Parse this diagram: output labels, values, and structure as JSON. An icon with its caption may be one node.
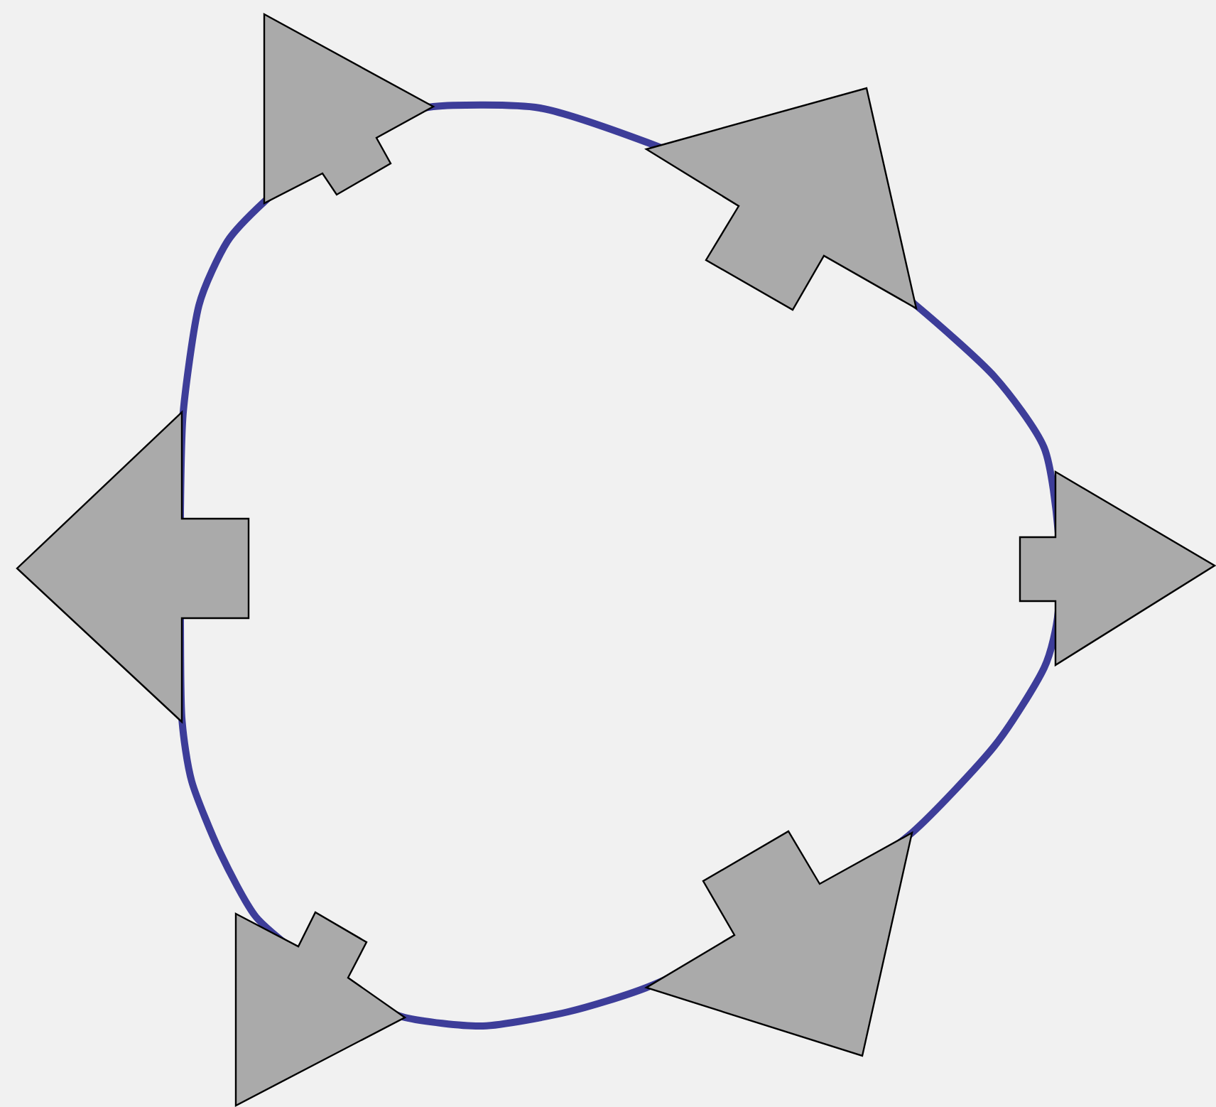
{
  "diagram": {
    "nodes": [
      {
        "text": [],
        "shape": "arrow"
      },
      {
        "text": [],
        "shape": "arrow"
      },
      {
        "text": [],
        "shape": "arrow"
      },
      {
        "text": [],
        "shape": "arrow"
      },
      {
        "text": [],
        "shape": "arrow"
      },
      {
        "text": [],
        "shape": "arrow"
      }
    ]
  }
}
